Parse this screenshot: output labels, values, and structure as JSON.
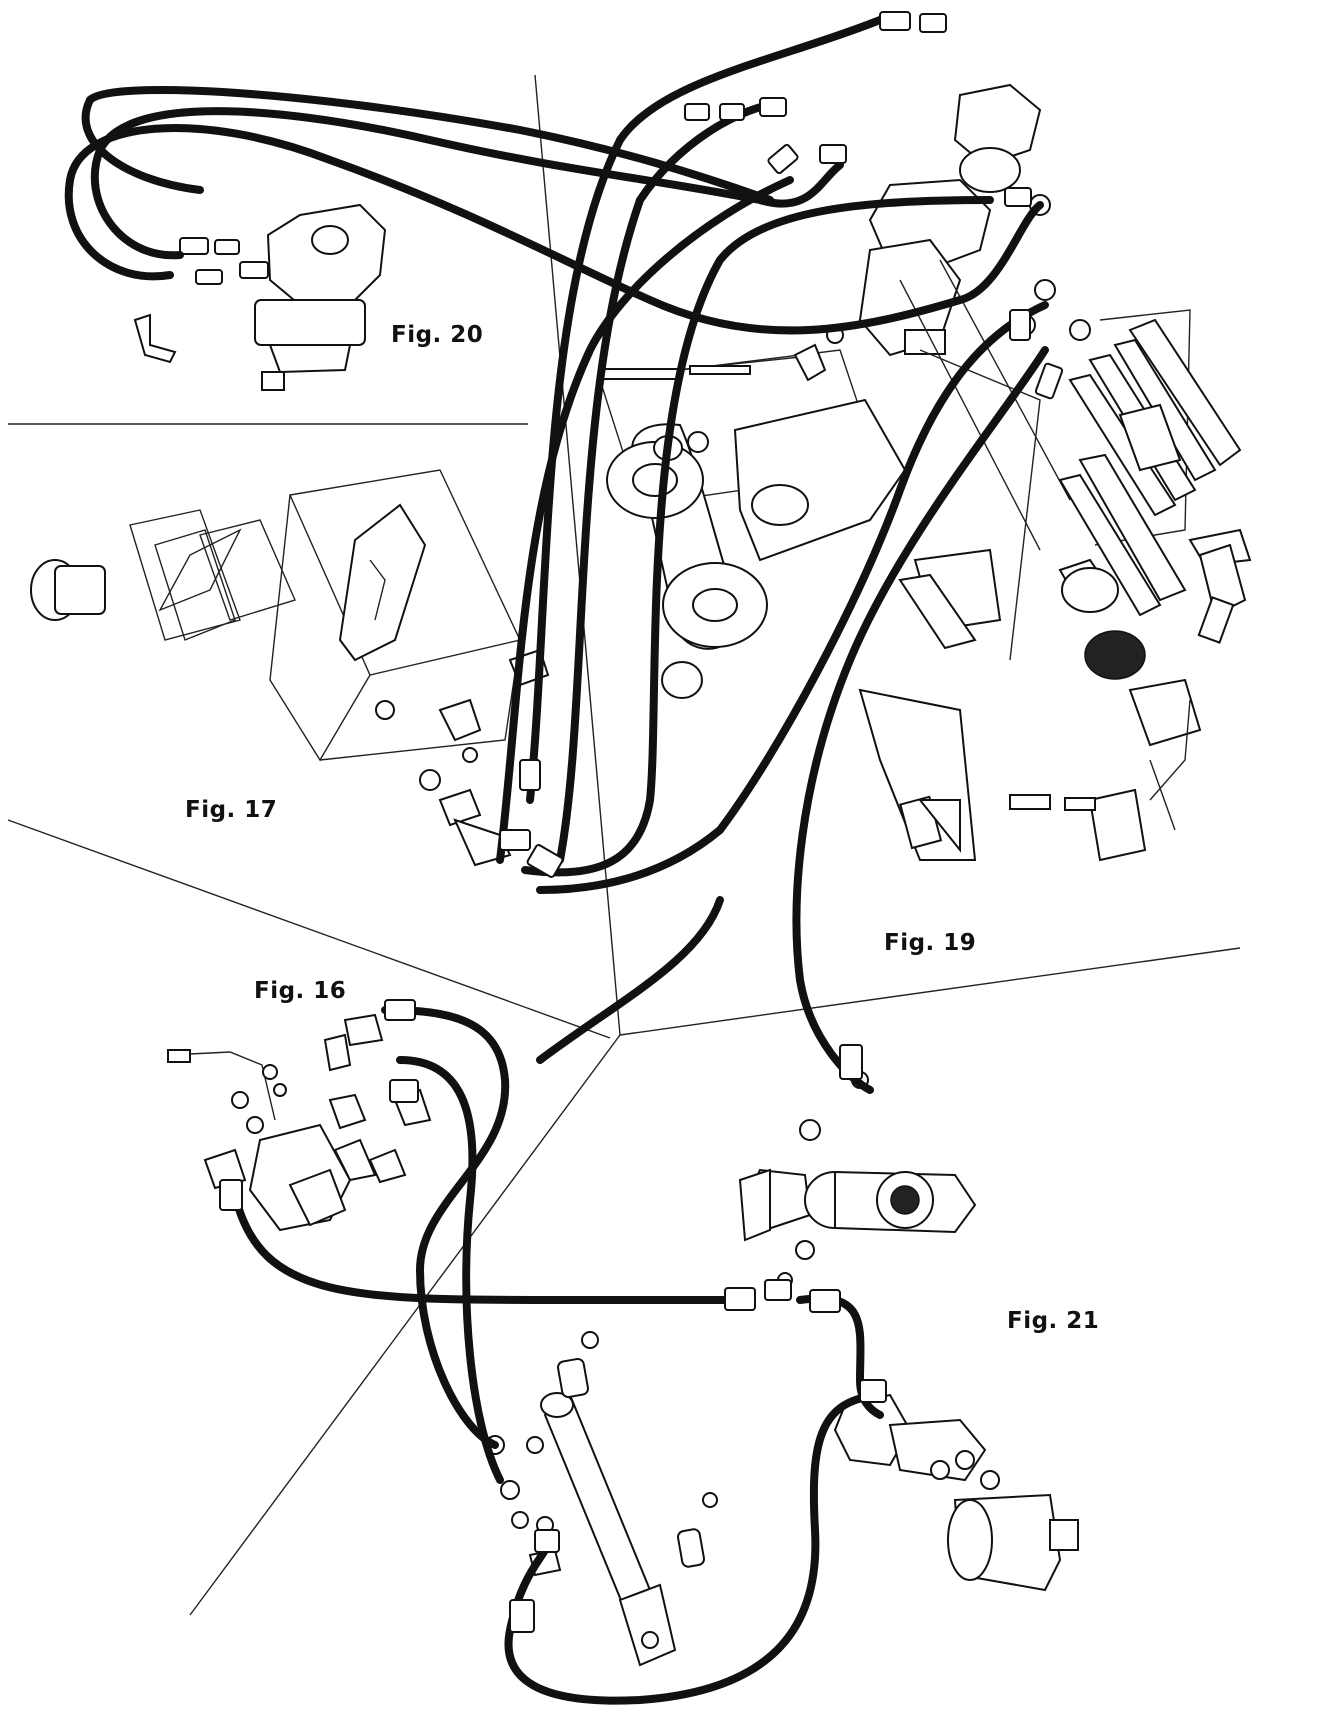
{
  "figures": {
    "fig16": {
      "label": "Fig. 16"
    },
    "fig17": {
      "label": "Fig. 17"
    },
    "fig19": {
      "label": "Fig. 19"
    },
    "fig20": {
      "label": "Fig. 20"
    },
    "fig21": {
      "label": "Fig. 21"
    }
  },
  "colors": {
    "ink": "#111111",
    "paper": "#ffffff"
  }
}
